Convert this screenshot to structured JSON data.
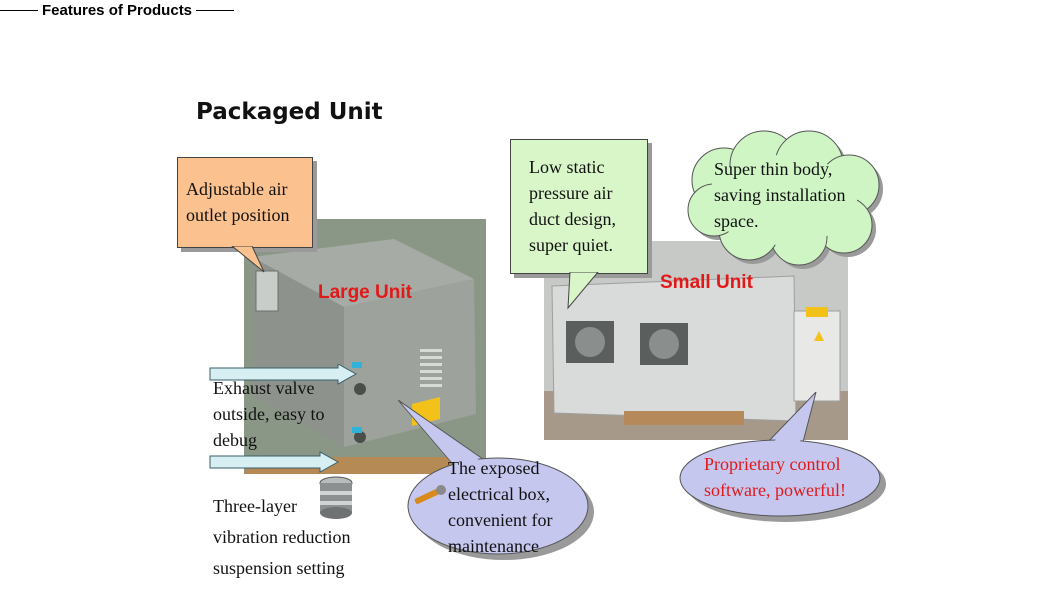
{
  "header": {
    "title": "Features of Products"
  },
  "slide": {
    "title": "Packaged Unit"
  },
  "units": {
    "large_label": "Large Unit",
    "small_label": "Small Unit"
  },
  "callouts": {
    "outlet": [
      "Adjustable air",
      "outlet position"
    ],
    "duct": [
      "Low static",
      "pressure air",
      "duct design,",
      "super quiet."
    ],
    "thin": [
      "Super thin body,",
      "saving installation",
      "space."
    ],
    "exhaust": [
      "Exhaust valve",
      "outside, easy to",
      "debug"
    ],
    "vibration": [
      "Three-layer",
      "vibration reduction",
      "suspension setting"
    ],
    "electrical": [
      "The exposed",
      "electrical box,",
      "convenient for",
      "maintenance"
    ],
    "software": [
      "Proprietary control",
      "software, powerful!"
    ]
  },
  "colors": {
    "unit_label": "#e11919",
    "orange_box": "#fbc18e",
    "green_box": "#d9f6c9",
    "cloud": "#cff5c4",
    "oval": "#c5c7ef",
    "software_text": "#e11919"
  }
}
